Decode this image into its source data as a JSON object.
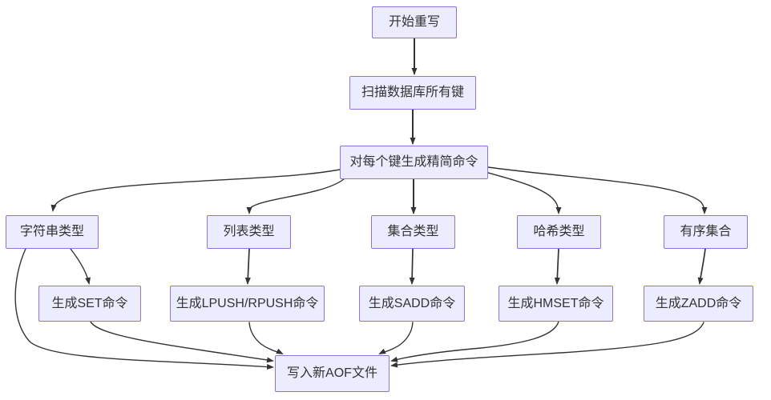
{
  "diagram": {
    "type": "flowchart",
    "direction": "top-down",
    "colors": {
      "background": "#ffffff",
      "node_fill": "#ECECFF",
      "node_border": "#9370DB",
      "edge": "#333333",
      "text": "#333333"
    },
    "nodes": {
      "start": {
        "label": "开始重写"
      },
      "scan": {
        "label": "扫描数据库所有键"
      },
      "gen": {
        "label": "对每个键生成精简命令"
      },
      "type_string": {
        "label": "字符串类型"
      },
      "type_list": {
        "label": "列表类型"
      },
      "type_set": {
        "label": "集合类型"
      },
      "type_hash": {
        "label": "哈希类型"
      },
      "type_zset": {
        "label": "有序集合"
      },
      "cmd_set": {
        "label": "生成SET命令"
      },
      "cmd_push": {
        "label": "生成LPUSH/RPUSH命令"
      },
      "cmd_sadd": {
        "label": "生成SADD命令"
      },
      "cmd_hmset": {
        "label": "生成HMSET命令"
      },
      "cmd_zadd": {
        "label": "生成ZADD命令"
      },
      "write": {
        "label": "写入新AOF文件"
      }
    },
    "edges": [
      {
        "from": "start",
        "to": "scan"
      },
      {
        "from": "scan",
        "to": "gen"
      },
      {
        "from": "gen",
        "to": "type_string"
      },
      {
        "from": "gen",
        "to": "type_list"
      },
      {
        "from": "gen",
        "to": "type_set"
      },
      {
        "from": "gen",
        "to": "type_hash"
      },
      {
        "from": "gen",
        "to": "type_zset"
      },
      {
        "from": "type_string",
        "to": "cmd_set"
      },
      {
        "from": "type_list",
        "to": "cmd_push"
      },
      {
        "from": "type_set",
        "to": "cmd_sadd"
      },
      {
        "from": "type_hash",
        "to": "cmd_hmset"
      },
      {
        "from": "type_zset",
        "to": "cmd_zadd"
      },
      {
        "from": "type_string",
        "to": "write"
      },
      {
        "from": "cmd_set",
        "to": "write"
      },
      {
        "from": "cmd_push",
        "to": "write"
      },
      {
        "from": "cmd_sadd",
        "to": "write"
      },
      {
        "from": "cmd_hmset",
        "to": "write"
      },
      {
        "from": "cmd_zadd",
        "to": "write"
      }
    ]
  }
}
